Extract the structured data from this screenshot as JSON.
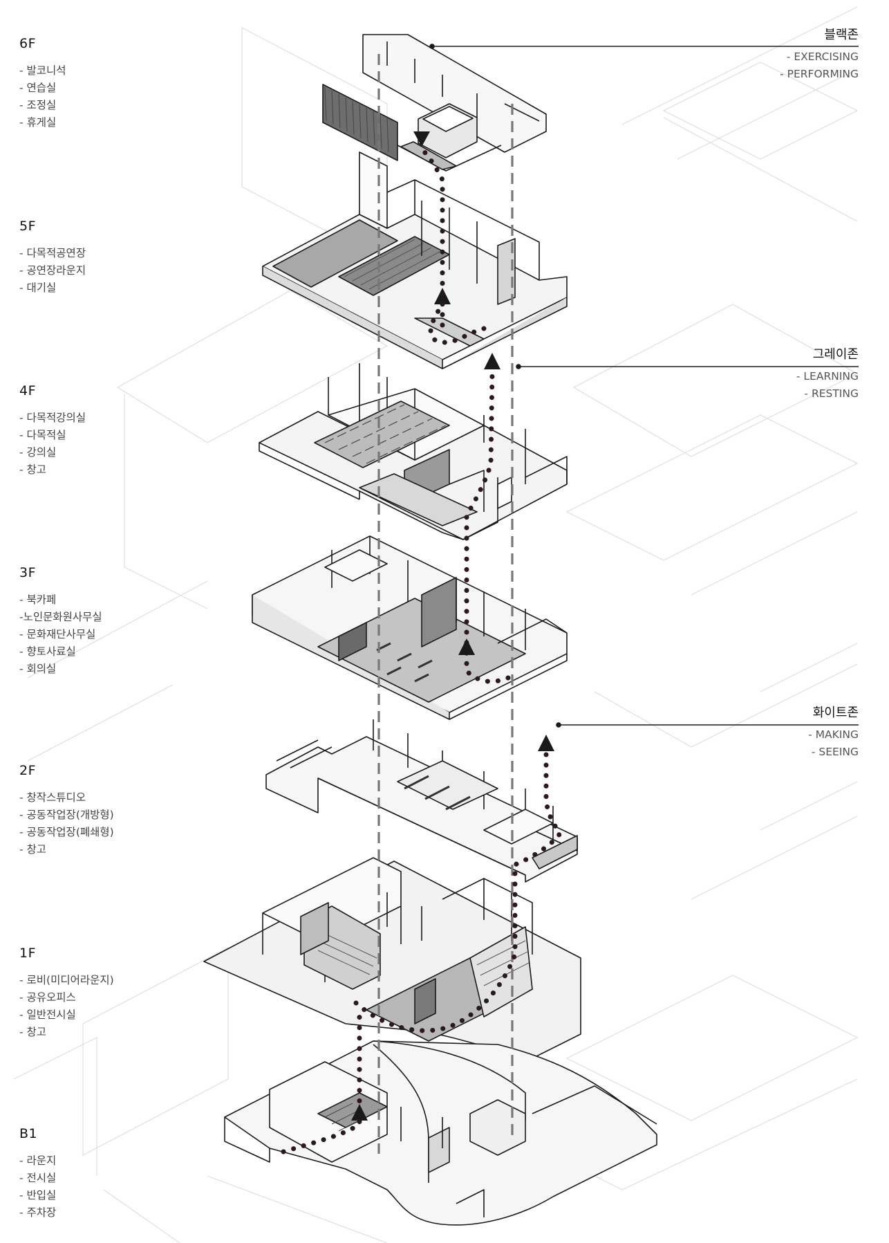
{
  "floors": [
    {
      "label": "6F",
      "items": [
        "- 발코니석",
        "- 연습실",
        "- 조정실",
        "- 휴게실"
      ]
    },
    {
      "label": "5F",
      "items": [
        "- 다목적공연장",
        "- 공연장라운지",
        "- 대기실"
      ]
    },
    {
      "label": "4F",
      "items": [
        "- 다목적강의실",
        "- 다목적실",
        "- 강의실",
        "- 창고"
      ]
    },
    {
      "label": "3F",
      "items": [
        "- 북카페",
        "-노인문화원사무실",
        "- 문화재단사무실",
        "- 향토사료실",
        "- 회의실"
      ]
    },
    {
      "label": "2F",
      "items": [
        "- 창작스튜디오",
        "- 공동작업장(개방형)",
        "- 공동작업장(폐쇄형)",
        "- 창고"
      ]
    },
    {
      "label": "1F",
      "items": [
        "- 로비(미디어라운지)",
        "- 공유오피스",
        "- 일반전시실",
        "- 창고"
      ]
    },
    {
      "label": "B1",
      "items": [
        "- 라운지",
        "- 전시실",
        "- 반입실",
        "- 주차장"
      ]
    }
  ],
  "zones": [
    {
      "name": "블랙존",
      "subs": [
        "- EXERCISING",
        "- PERFORMING"
      ]
    },
    {
      "name": "그레이존",
      "subs": [
        "- LEARNING",
        "- RESTING"
      ]
    },
    {
      "name": "화이트존",
      "subs": [
        "- MAKING",
        "- SEEING"
      ]
    }
  ],
  "colors": {
    "line": "#1a1a1a",
    "floor_fill": "#f4f4f4",
    "dark_fill": "#9a9a9a",
    "path": "#2a1a1a"
  }
}
